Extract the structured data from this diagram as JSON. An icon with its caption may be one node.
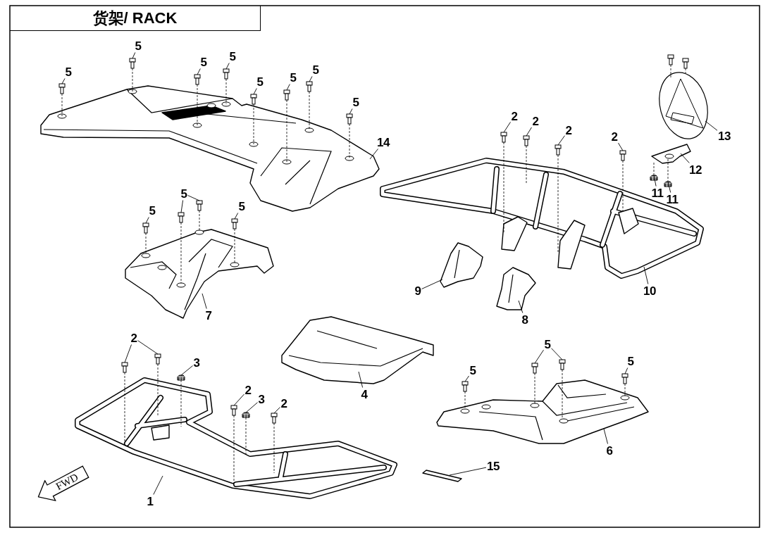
{
  "diagram": {
    "title": "货架/ RACK",
    "nodes": [
      {
        "text": [
          "5"
        ]
      },
      {
        "text": [
          "5"
        ]
      },
      {
        "text": [
          "5"
        ]
      },
      {
        "text": [
          "5"
        ]
      },
      {
        "text": [
          "5"
        ]
      },
      {
        "text": [
          "5"
        ]
      },
      {
        "text": [
          "5"
        ]
      },
      {
        "text": [
          "5"
        ]
      },
      {
        "text": [
          "14"
        ]
      },
      {
        "text": [
          "2"
        ]
      },
      {
        "text": [
          "2"
        ]
      },
      {
        "text": [
          "2"
        ]
      },
      {
        "text": [
          "2"
        ]
      },
      {
        "text": [
          "13"
        ]
      },
      {
        "text": [
          "12"
        ]
      },
      {
        "text": [
          "11"
        ]
      },
      {
        "text": [
          "11"
        ]
      },
      {
        "text": [
          "5"
        ]
      },
      {
        "text": [
          "5"
        ]
      },
      {
        "text": [
          "5"
        ]
      },
      {
        "text": [
          "7"
        ]
      },
      {
        "text": [
          "9"
        ]
      },
      {
        "text": [
          "10"
        ]
      },
      {
        "text": [
          "8"
        ]
      },
      {
        "text": [
          "2"
        ]
      },
      {
        "text": [
          "3"
        ]
      },
      {
        "text": [
          "5"
        ]
      },
      {
        "text": [
          "4"
        ]
      },
      {
        "text": [
          "5"
        ]
      },
      {
        "text": [
          "5"
        ]
      },
      {
        "text": [
          "2"
        ]
      },
      {
        "text": [
          "3"
        ]
      },
      {
        "text": [
          "2"
        ]
      },
      {
        "text": [
          "6"
        ]
      },
      {
        "text": [
          "15"
        ]
      },
      {
        "text": [
          "FWD"
        ]
      },
      {
        "text": [
          "1"
        ]
      },
      {
        "text": [],
        "shape": "picture"
      },
      {
        "text": [],
        "shape": "picture"
      },
      {
        "text": [],
        "shape": "picture"
      },
      {
        "text": [],
        "shape": "picture"
      },
      {
        "text": [],
        "shape": "picture"
      },
      {
        "text": [],
        "shape": "picture"
      },
      {
        "text": [],
        "shape": "picture"
      },
      {
        "text": [],
        "shape": "picture"
      },
      {
        "text": [],
        "shape": "picture"
      },
      {
        "text": [],
        "shape": "picture"
      },
      {
        "text": [],
        "shape": "picture"
      },
      {
        "text": [],
        "shape": "picture"
      },
      {
        "text": [],
        "shape": "picture"
      },
      {
        "text": [],
        "shape": "picture"
      },
      {
        "text": [],
        "shape": "picture"
      },
      {
        "text": [],
        "shape": "picture"
      },
      {
        "text": [],
        "shape": "picture"
      },
      {
        "text": [],
        "shape": "picture"
      },
      {
        "text": [],
        "shape": "picture"
      },
      {
        "text": [],
        "shape": "picture"
      },
      {
        "text": [],
        "shape": "picture"
      },
      {
        "text": [],
        "shape": "picture"
      },
      {
        "text": [],
        "shape": "picture"
      },
      {
        "text": [],
        "shape": "picture"
      },
      {
        "text": [],
        "shape": "picture"
      },
      {
        "text": [],
        "shape": "picture"
      },
      {
        "text": [],
        "shape": "picture"
      },
      {
        "text": [],
        "shape": "picture"
      },
      {
        "text": [],
        "shape": "picture"
      },
      {
        "text": [],
        "shape": "picture"
      },
      {
        "text": [],
        "shape": "picture"
      },
      {
        "text": [],
        "shape": "picture"
      },
      {
        "text": [],
        "shape": "picture"
      },
      {
        "text": [],
        "shape": "picture"
      },
      {
        "text": [],
        "shape": "picture"
      },
      {
        "text": [],
        "shape": "picture"
      },
      {
        "text": [],
        "shape": "picture"
      },
      {
        "text": [],
        "shape": "picture"
      },
      {
        "text": [],
        "shape": "picture"
      },
      {
        "text": [],
        "shape": "picture"
      },
      {
        "text": [],
        "shape": "picture"
      }
    ],
    "edges": [
      {
        "from": 0,
        "to": 48,
        "arrow": "none"
      },
      {
        "from": 1,
        "to": 49,
        "arrow": "none"
      },
      {
        "from": 2,
        "to": 50,
        "arrow": "none"
      },
      {
        "from": 3,
        "to": 51,
        "arrow": "none"
      },
      {
        "from": 4,
        "to": 52,
        "arrow": "none"
      },
      {
        "from": 5,
        "to": 53,
        "arrow": "none"
      },
      {
        "from": 6,
        "to": 54,
        "arrow": "none"
      },
      {
        "from": 7,
        "to": 55,
        "arrow": "none"
      },
      {
        "from": 8,
        "to": 37,
        "arrow": "none"
      },
      {
        "from": 9,
        "to": 56,
        "arrow": "none"
      },
      {
        "from": 10,
        "to": 57,
        "arrow": "none"
      },
      {
        "from": 11,
        "to": 58,
        "arrow": "none"
      },
      {
        "from": 12,
        "to": 59,
        "arrow": "none"
      },
      {
        "from": 13,
        "to": 38,
        "arrow": "none"
      },
      {
        "from": 14,
        "to": 39,
        "arrow": "none"
      },
      {
        "from": 15,
        "to": 76,
        "arrow": "none"
      },
      {
        "from": 16,
        "to": 77,
        "arrow": "none"
      },
      {
        "from": 17,
        "to": 62,
        "arrow": "none"
      },
      {
        "from": 18,
        "to": 63,
        "arrow": "none"
      },
      {
        "from": 18,
        "to": 64,
        "arrow": "none"
      },
      {
        "from": 19,
        "to": 65,
        "arrow": "none"
      },
      {
        "from": 20,
        "to": 41,
        "arrow": "none"
      },
      {
        "from": 21,
        "to": 42,
        "arrow": "none"
      },
      {
        "from": 22,
        "to": 40,
        "arrow": "none"
      },
      {
        "from": 23,
        "to": 43,
        "arrow": "none"
      },
      {
        "from": 24,
        "to": 66,
        "arrow": "none"
      },
      {
        "from": 24,
        "to": 67,
        "arrow": "none"
      },
      {
        "from": 25,
        "to": 74,
        "arrow": "none"
      },
      {
        "from": 26,
        "to": 71,
        "arrow": "none"
      },
      {
        "from": 26,
        "to": 72,
        "arrow": "none"
      },
      {
        "from": 27,
        "to": 44,
        "arrow": "none"
      },
      {
        "from": 28,
        "to": 70,
        "arrow": "none"
      },
      {
        "from": 29,
        "to": 73,
        "arrow": "none"
      },
      {
        "from": 30,
        "to": 68,
        "arrow": "none"
      },
      {
        "from": 31,
        "to": 75,
        "arrow": "none"
      },
      {
        "from": 32,
        "to": 69,
        "arrow": "none"
      },
      {
        "from": 33,
        "to": 45,
        "arrow": "none"
      },
      {
        "from": 34,
        "to": 47,
        "arrow": "none"
      },
      {
        "from": 36,
        "to": 46,
        "arrow": "none"
      },
      {
        "from": 48,
        "to": 37,
        "arrow": "none",
        "style": "dashed"
      },
      {
        "from": 49,
        "to": 37,
        "arrow": "none",
        "style": "dashed"
      },
      {
        "from": 50,
        "to": 37,
        "arrow": "none",
        "style": "dashed"
      },
      {
        "from": 51,
        "to": 37,
        "arrow": "none",
        "style": "dashed"
      },
      {
        "from": 52,
        "to": 37,
        "arrow": "none",
        "style": "dashed"
      },
      {
        "from": 53,
        "to": 37,
        "arrow": "none",
        "style": "dashed"
      },
      {
        "from": 54,
        "to": 37,
        "arrow": "none",
        "style": "dashed"
      },
      {
        "from": 55,
        "to": 37,
        "arrow": "none",
        "style": "dashed"
      },
      {
        "from": 56,
        "to": 40,
        "arrow": "none",
        "style": "dashed"
      },
      {
        "from": 57,
        "to": 40,
        "arrow": "none",
        "style": "dashed"
      },
      {
        "from": 58,
        "to": 40,
        "arrow": "none",
        "style": "dashed"
      },
      {
        "from": 59,
        "to": 40,
        "arrow": "none",
        "style": "dashed"
      },
      {
        "from": 60,
        "to": 38,
        "arrow": "none",
        "style": "dashed"
      },
      {
        "from": 61,
        "to": 38,
        "arrow": "none",
        "style": "dashed"
      },
      {
        "from": 39,
        "to": 76,
        "arrow": "none",
        "style": "dashed"
      },
      {
        "from": 39,
        "to": 77,
        "arrow": "none",
        "style": "dashed"
      },
      {
        "from": 62,
        "to": 41,
        "arrow": "none",
        "style": "dashed"
      },
      {
        "from": 63,
        "to": 41,
        "arrow": "none",
        "style": "dashed"
      },
      {
        "from": 64,
        "to": 41,
        "arrow": "none",
        "style": "dashed"
      },
      {
        "from": 65,
        "to": 41,
        "arrow": "none",
        "style": "dashed"
      },
      {
        "from": 66,
        "to": 46,
        "arrow": "none",
        "style": "dashed"
      },
      {
        "from": 67,
        "to": 46,
        "arrow": "none",
        "style": "dashed"
      },
      {
        "from": 74,
        "to": 46,
        "arrow": "none",
        "style": "dashed"
      },
      {
        "from": 68,
        "to": 46,
        "arrow": "none",
        "style": "dashed"
      },
      {
        "from": 75,
        "to": 46,
        "arrow": "none",
        "style": "dashed"
      },
      {
        "from": 69,
        "to": 46,
        "arrow": "none",
        "style": "dashed"
      },
      {
        "from": 70,
        "to": 45,
        "arrow": "none",
        "style": "dashed"
      },
      {
        "from": 71,
        "to": 45,
        "arrow": "none",
        "style": "dashed"
      },
      {
        "from": 72,
        "to": 45,
        "arrow": "none",
        "style": "dashed"
      },
      {
        "from": 73,
        "to": 45,
        "arrow": "none",
        "style": "dashed"
      }
    ]
  }
}
